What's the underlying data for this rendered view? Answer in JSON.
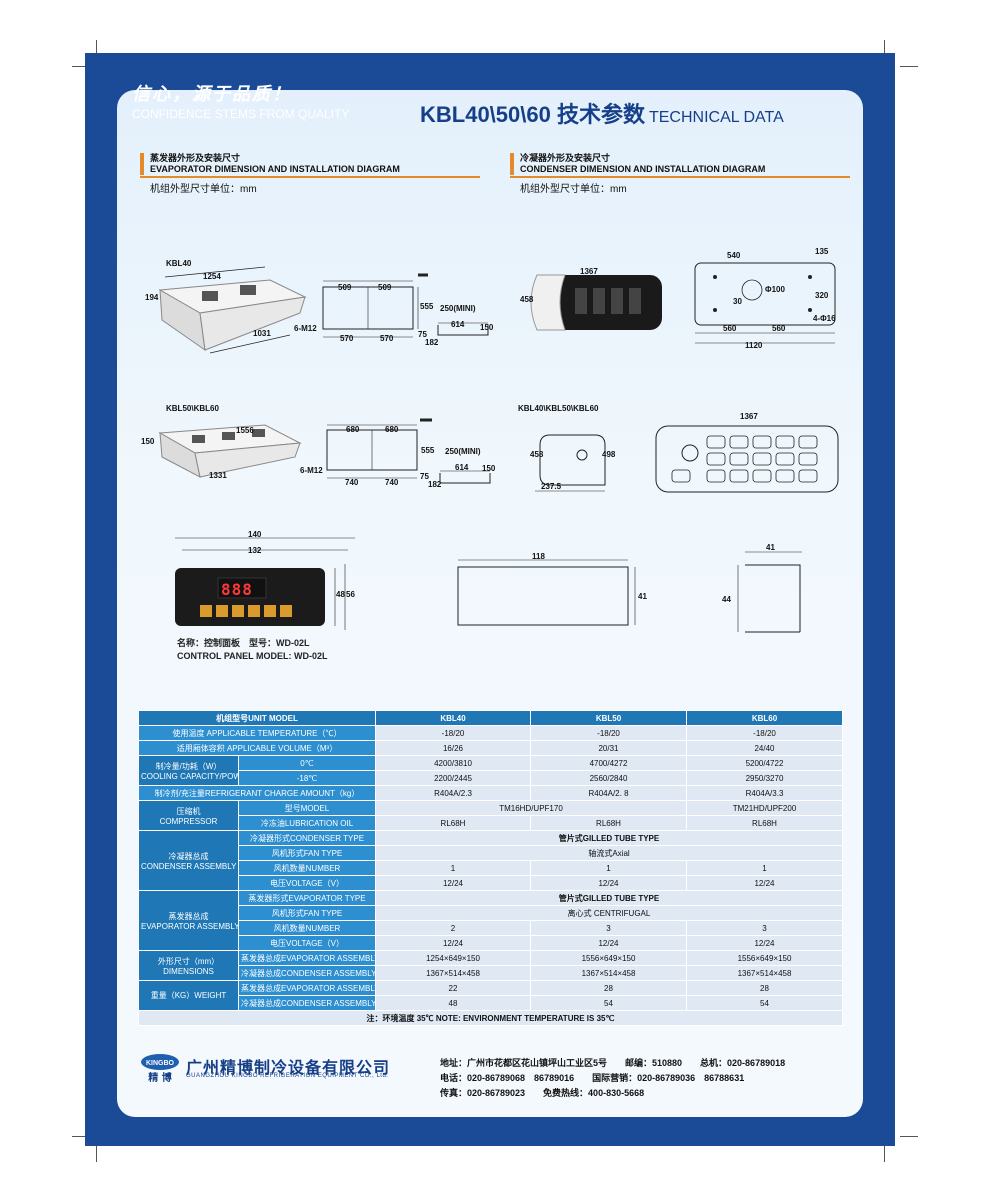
{
  "header": {
    "tagline_cn": "信心，源于品质！",
    "tagline_en": "CONFIDENCE STEMS FROM QUALITY",
    "title_cn": "KBL40\\50\\60 技术参数",
    "title_en": "TECHNICAL DATA"
  },
  "evaporator_section": {
    "title_cn": "蒸发器外形及安装尺寸",
    "title_en": "EVAPORATOR DIMENSION AND INSTALLATION DIAGRAM",
    "unit_note": "机组外型尺寸单位：mm",
    "kbl40": {
      "label": "KBL40",
      "dims": [
        "1254",
        "194",
        "1031",
        "509",
        "509",
        "555",
        "570",
        "570",
        "6-M12",
        "250(MINI)",
        "614",
        "150",
        "75",
        "182"
      ]
    },
    "kbl50_60": {
      "label": "KBL50\\KBL60",
      "dims": [
        "1556",
        "150",
        "1331",
        "680",
        "680",
        "555",
        "740",
        "740",
        "6-M12",
        "250(MINI)",
        "614",
        "150",
        "75",
        "182"
      ]
    }
  },
  "condenser_section": {
    "title_cn": "冷凝器外形及安装尺寸",
    "title_en": "CONDENSER DIMENSION AND INSTALLATION DIAGRAM",
    "unit_note": "机组外型尺寸单位：mm",
    "top": {
      "dims": [
        "1367",
        "458",
        "540",
        "135",
        "Φ100",
        "30",
        "320",
        "560",
        "560",
        "4-Φ16",
        "1120"
      ]
    },
    "bottom": {
      "label": "KBL40\\KBL50\\KBL60",
      "dims": [
        "458",
        "498",
        "237.5",
        "1367"
      ]
    }
  },
  "control_panel": {
    "dims": [
      "140",
      "132",
      "48",
      "56",
      "118",
      "41",
      "41",
      "44"
    ],
    "display": "888",
    "caption_cn": "名称：控制面板　型号：WD-02L",
    "caption_en": "CONTROL PANEL  MODEL: WD-02L"
  },
  "spec_table": {
    "header": [
      "机组型号UNIT MODEL",
      "KBL40",
      "KBL50",
      "KBL60"
    ],
    "temp": {
      "label": "使用温度 APPLICABLE TEMPERATURE（℃）",
      "values": [
        "-18/20",
        "-18/20",
        "-18/20"
      ]
    },
    "volume": {
      "label": "适用厢体容积 APPLICABLE VOLUME（M³）",
      "values": [
        "16/26",
        "20/31",
        "24/40"
      ]
    },
    "cooling": {
      "label_cn": "制冷量/功耗（W）",
      "label_en": "COOLING CAPACITY/POWER",
      "sub1": "0℃",
      "values1": [
        "4200/3810",
        "4700/4272",
        "5200/4722"
      ],
      "sub2": "-18℃",
      "values2": [
        "2200/2445",
        "2560/2840",
        "2950/3270"
      ]
    },
    "refrigerant": {
      "label": "制冷剂/充注量REFRIGERANT CHARGE AMOUNT（kg）",
      "values": [
        "R404A/2.3",
        "R404A/2. 8",
        "R404A/3.3"
      ]
    },
    "compressor": {
      "label_cn": "压缩机",
      "label_en": "COMPRESSOR",
      "model_label": "型号MODEL",
      "model_a": "TM16HD/UPF170",
      "model_b": "TM21HD/UPF200",
      "oil_label": "冷冻油LUBRICATION OIL",
      "oil": [
        "RL68H",
        "RL68H",
        "RL68H"
      ]
    },
    "condenser": {
      "label_cn": "冷凝器总成",
      "label_en": "CONDENSER ASSEMBLY",
      "type_label": "冷凝器形式CONDENSER TYPE",
      "type": "管片式GILLED TUBE TYPE",
      "fan_label": "风机形式FAN TYPE",
      "fan": "轴流式Axial",
      "num_label": "风机数量NUMBER",
      "num": [
        "1",
        "1",
        "1"
      ],
      "volt_label": "电压VOLTAGE（V）",
      "volt": [
        "12/24",
        "12/24",
        "12/24"
      ]
    },
    "evaporator": {
      "label_cn": "蒸发器总成",
      "label_en": "EVAPORATOR ASSEMBLY",
      "type_label": "蒸发器形式EVAPORATOR TYPE",
      "type": "管片式GILLED TUBE TYPE",
      "fan_label": "风机形式FAN TYPE",
      "fan": "离心式 CENTRIFUGAL",
      "num_label": "风机数量NUMBER",
      "num": [
        "2",
        "3",
        "3"
      ],
      "volt_label": "电压VOLTAGE（V）",
      "volt": [
        "12/24",
        "12/24",
        "12/24"
      ]
    },
    "dimensions": {
      "label_cn": "外形尺寸（mm）",
      "label_en": "DIMENSIONS",
      "evap_label": "蒸发器总成EVAPORATOR ASSEMBLY",
      "evap": [
        "1254×649×150",
        "1556×649×150",
        "1556×649×150"
      ],
      "cond_label": "冷凝器总成CONDENSER ASSEMBLY",
      "cond": [
        "1367×514×458",
        "1367×514×458",
        "1367×514×458"
      ]
    },
    "weight": {
      "label": "重量（KG）WEIGHT",
      "evap_label": "蒸发器总成EVAPORATOR ASSEMBLY",
      "evap": [
        "22",
        "28",
        "28"
      ],
      "cond_label": "冷凝器总成CONDENSER ASSEMBLY",
      "cond": [
        "48",
        "54",
        "54"
      ]
    },
    "note": "注：环境温度 35℃  NOTE: ENVIRONMENT TEMPERATURE IS 35℃"
  },
  "footer": {
    "logo_text": "KINGBO",
    "logo_cn": "精 博",
    "company_cn": "广州精博制冷设备有限公司",
    "company_en": "GUANGZHOU KINGBO REFRIGERATION EQUIPMENT CO., Ltd.",
    "address": "地址：广州市花都区花山镇坪山工业区5号　　邮编：510880　　总机：020-86789018",
    "phone": "电话：020-86789068　86789016　　国际营销：020-86789036　86788631",
    "fax": "传真：020-86789023　　免费热线：400-830-5668"
  },
  "colors": {
    "frame": "#1b4a97",
    "panel": "#eaf4fc",
    "accent": "#e58a2b",
    "table_header": "#1f77b5",
    "table_cell": "#dfe8f3"
  }
}
